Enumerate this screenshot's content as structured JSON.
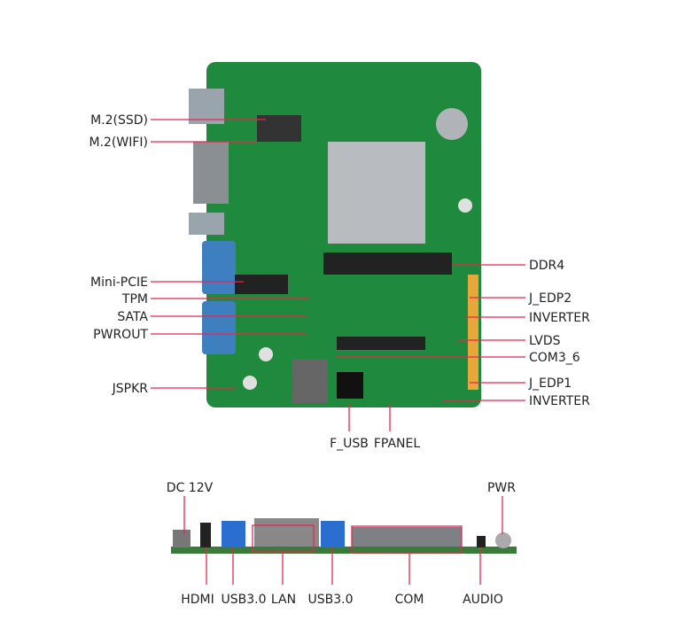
{
  "left_labels": [
    "M.2(SSD)",
    "M.2(WIFI)",
    "Mini-PCIE",
    "TPM",
    "SATA",
    "PWROUT",
    "JSPKR"
  ],
  "right_labels": [
    "DDR4",
    "J_EDP2",
    "INVERTER",
    "LVDS",
    "COM3_6",
    "J_EDP1",
    "INVERTER"
  ],
  "under_labels": [
    "F_USB",
    "FPANEL"
  ],
  "io_top_labels": [
    "DC 12V",
    "PWR"
  ],
  "io_bottom_labels": [
    "HDMI",
    "USB3.0",
    "LAN",
    "USB3.0",
    "COM",
    "AUDIO"
  ],
  "colors": {
    "leader": "#e8264f",
    "pcb": "#1f8a3e",
    "text": "#222222"
  }
}
